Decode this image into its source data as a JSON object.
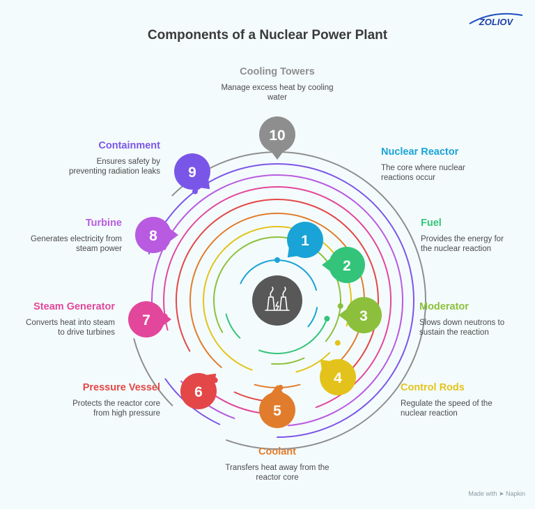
{
  "title": "Components of a Nuclear Power Plant",
  "brand": "ZOLIOV",
  "footer": "Made with ➤ Napkin",
  "center_icon": "power-plant-icon",
  "components": [
    {
      "num": "1",
      "title": "Nuclear Reactor",
      "desc": "The core where nuclear reactions occur",
      "color": "#1aa3d6"
    },
    {
      "num": "2",
      "title": "Fuel",
      "desc": "Provides the energy for the nuclear reaction",
      "color": "#33c47a"
    },
    {
      "num": "3",
      "title": "Moderator",
      "desc": "Slows down neutrons to sustain the reaction",
      "color": "#8cc03c"
    },
    {
      "num": "4",
      "title": "Control Rods",
      "desc": "Regulate the speed of the nuclear reaction",
      "color": "#e3c31b"
    },
    {
      "num": "5",
      "title": "Coolant",
      "desc": "Transfers heat away from the reactor core",
      "color": "#e17c2c"
    },
    {
      "num": "6",
      "title": "Pressure Vessel",
      "desc": "Protects the reactor core from high pressure",
      "color": "#e34747"
    },
    {
      "num": "7",
      "title": "Steam Generator",
      "desc": "Converts heat into steam to drive turbines",
      "color": "#e2479b"
    },
    {
      "num": "8",
      "title": "Turbine",
      "desc": "Generates electricity from steam power",
      "color": "#b85be0"
    },
    {
      "num": "9",
      "title": "Containment",
      "desc": "Ensures safety by preventing radiation leaks",
      "color": "#7a56e8"
    },
    {
      "num": "10",
      "title": "Cooling Towers",
      "desc": "Manage excess heat by cooling water",
      "color": "#8e8e8e"
    }
  ]
}
